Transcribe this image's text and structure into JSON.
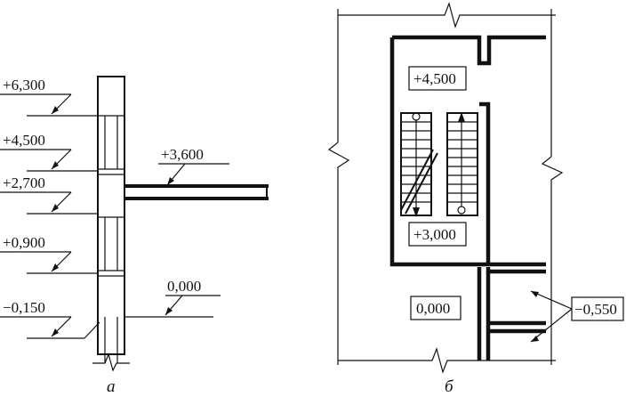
{
  "elevation": {
    "caption": "а",
    "marks": {
      "m6300": "+6,300",
      "m4500": "+4,500",
      "m2700": "+2,700",
      "m0900": "+0,900",
      "m0150": "−0,150",
      "slab": "+3,600",
      "ground": "0,000"
    }
  },
  "plan": {
    "caption": "б",
    "marks": {
      "upper_landing": "+4,500",
      "lower_landing": "+3,000",
      "floor": "0,000",
      "basement": "−0,550"
    }
  }
}
